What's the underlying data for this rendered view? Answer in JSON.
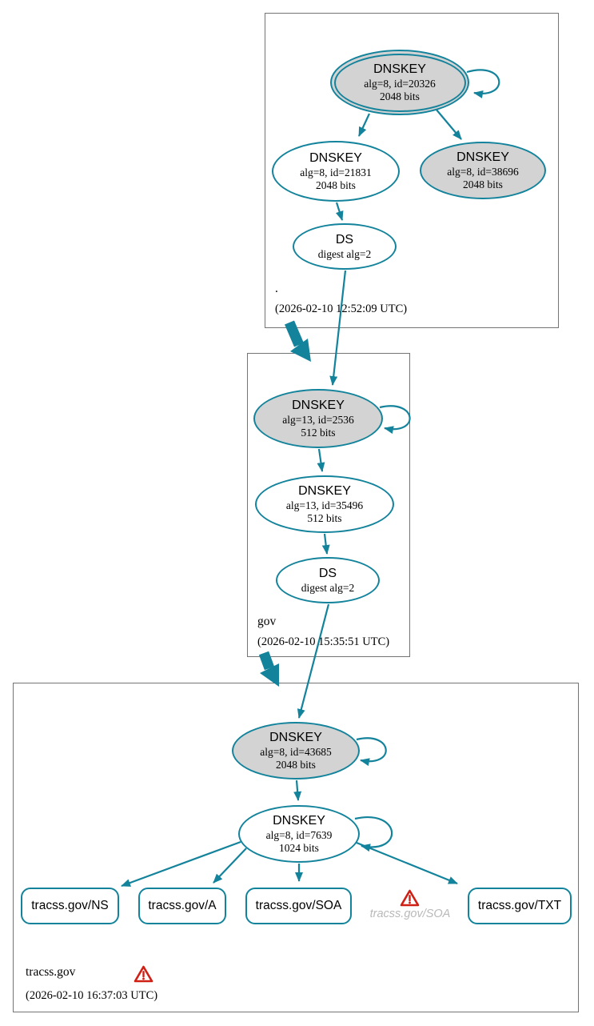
{
  "colors": {
    "edge": "#13839c",
    "node_fill_gray": "#d3d3d3",
    "box_border": "#747474",
    "warning_red": "#cf2016",
    "muted_text": "#b9b9b9"
  },
  "zones": {
    "root": {
      "label": ".",
      "timestamp": "(2026-02-10 12:52:09 UTC)",
      "ksk": {
        "title": "DNSKEY",
        "detail1": "alg=8, id=20326",
        "detail2": "2048 bits"
      },
      "zsk": {
        "title": "DNSKEY",
        "detail1": "alg=8, id=21831",
        "detail2": "2048 bits"
      },
      "key2": {
        "title": "DNSKEY",
        "detail1": "alg=8, id=38696",
        "detail2": "2048 bits"
      },
      "ds": {
        "title": "DS",
        "detail1": "digest alg=2"
      }
    },
    "gov": {
      "label": "gov",
      "timestamp": "(2026-02-10 15:35:51 UTC)",
      "ksk": {
        "title": "DNSKEY",
        "detail1": "alg=13, id=2536",
        "detail2": "512 bits"
      },
      "zsk": {
        "title": "DNSKEY",
        "detail1": "alg=13, id=35496",
        "detail2": "512 bits"
      },
      "ds": {
        "title": "DS",
        "detail1": "digest alg=2"
      }
    },
    "tracss": {
      "label": "tracss.gov",
      "timestamp": "(2026-02-10 16:37:03 UTC)",
      "ksk": {
        "title": "DNSKEY",
        "detail1": "alg=8, id=43685",
        "detail2": "2048 bits"
      },
      "zsk": {
        "title": "DNSKEY",
        "detail1": "alg=8, id=7639",
        "detail2": "1024 bits"
      },
      "rrsets": [
        {
          "label": "tracss.gov/NS"
        },
        {
          "label": "tracss.gov/A"
        },
        {
          "label": "tracss.gov/SOA"
        },
        {
          "label": "tracss.gov/TXT"
        }
      ],
      "missing_rrset": {
        "label": "tracss.gov/SOA"
      }
    }
  }
}
